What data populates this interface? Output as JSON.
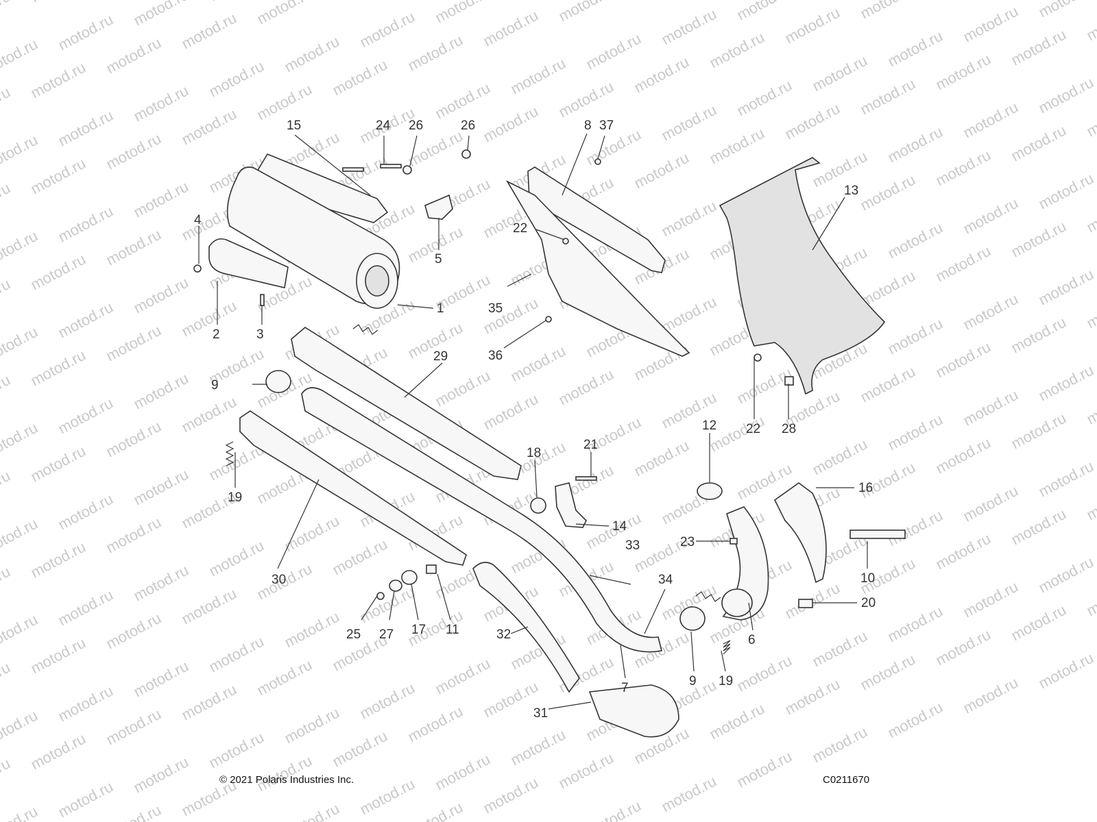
{
  "watermark": {
    "text": "motod.ru",
    "color": "#c9c9c9"
  },
  "footer": {
    "copyright": "© 2021 Polaris Industries Inc.",
    "diagram_code": "C0211670"
  },
  "callouts": [
    {
      "id": "c1",
      "label": "1"
    },
    {
      "id": "c2",
      "label": "2"
    },
    {
      "id": "c3",
      "label": "3"
    },
    {
      "id": "c4",
      "label": "4"
    },
    {
      "id": "c5",
      "label": "5"
    },
    {
      "id": "c6",
      "label": "6"
    },
    {
      "id": "c7",
      "label": "7"
    },
    {
      "id": "c8",
      "label": "8"
    },
    {
      "id": "c9a",
      "label": "9"
    },
    {
      "id": "c9b",
      "label": "9"
    },
    {
      "id": "c10",
      "label": "10"
    },
    {
      "id": "c11",
      "label": "11"
    },
    {
      "id": "c12",
      "label": "12"
    },
    {
      "id": "c13",
      "label": "13"
    },
    {
      "id": "c14",
      "label": "14"
    },
    {
      "id": "c15",
      "label": "15"
    },
    {
      "id": "c16",
      "label": "16"
    },
    {
      "id": "c17",
      "label": "17"
    },
    {
      "id": "c18",
      "label": "18"
    },
    {
      "id": "c19a",
      "label": "19"
    },
    {
      "id": "c19b",
      "label": "19"
    },
    {
      "id": "c20",
      "label": "20"
    },
    {
      "id": "c21",
      "label": "21"
    },
    {
      "id": "c22a",
      "label": "22"
    },
    {
      "id": "c22b",
      "label": "22"
    },
    {
      "id": "c23",
      "label": "23"
    },
    {
      "id": "c24",
      "label": "24"
    },
    {
      "id": "c25",
      "label": "25"
    },
    {
      "id": "c26a",
      "label": "26"
    },
    {
      "id": "c26b",
      "label": "26"
    },
    {
      "id": "c27",
      "label": "27"
    },
    {
      "id": "c28",
      "label": "28"
    },
    {
      "id": "c29",
      "label": "29"
    },
    {
      "id": "c30",
      "label": "30"
    },
    {
      "id": "c31",
      "label": "31"
    },
    {
      "id": "c32",
      "label": "32"
    },
    {
      "id": "c33",
      "label": "33"
    },
    {
      "id": "c34",
      "label": "34"
    },
    {
      "id": "c35",
      "label": "35"
    },
    {
      "id": "c36",
      "label": "36"
    },
    {
      "id": "c37",
      "label": "37"
    }
  ]
}
